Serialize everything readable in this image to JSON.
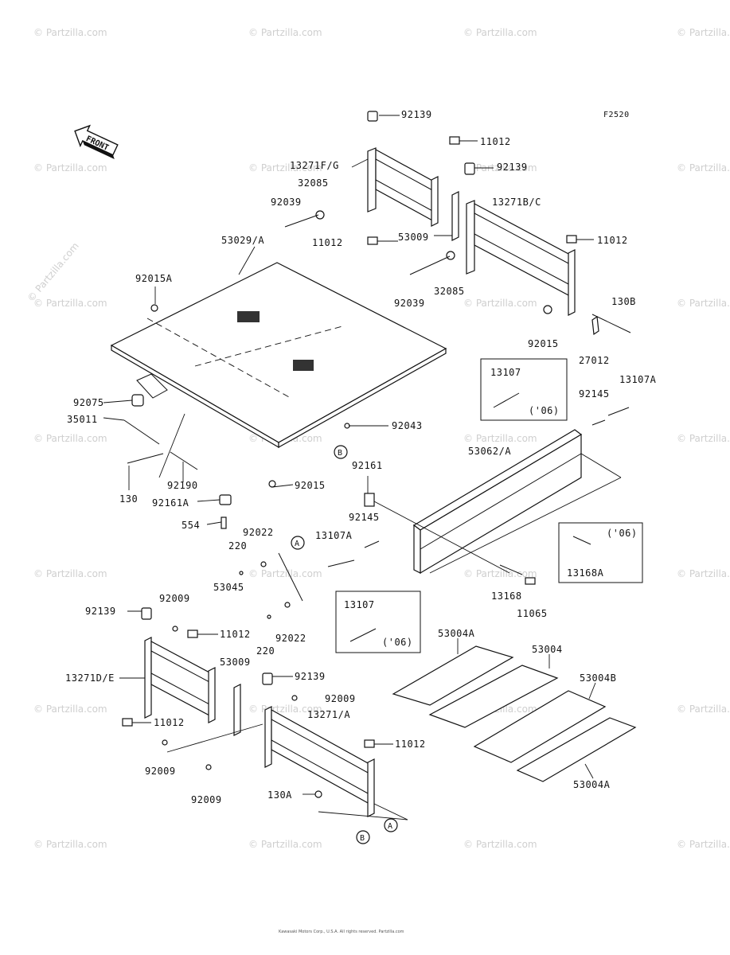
{
  "figure_code": "F2520",
  "front_arrow_label": "FRONT",
  "watermark_text": "© Partzilla.com",
  "footer_text": "Kawasaki Motors Corp., U.S.A. All rights reserved. Partzilla.com",
  "callout_A": "A",
  "callout_B": "B",
  "parts": {
    "p92139_top": "92139",
    "p11012_a": "11012",
    "p13271fg": "13271F/G",
    "p32085_a": "32085",
    "p92039_a": "92039",
    "p11012_b": "11012",
    "p53009_a": "53009",
    "p92139_b": "92139",
    "p13271bc": "13271B/C",
    "p11012_c": "11012",
    "p32085_b": "32085",
    "p92039_b": "92039",
    "p92015_a": "92015",
    "p130b": "130B",
    "p27012": "27012",
    "p53029": "53029/A",
    "p92015a": "92015A",
    "p92075": "92075",
    "p35011": "35011",
    "p130": "130",
    "p92190": "92190",
    "p92161a": "92161A",
    "p554": "554",
    "p92043": "92043",
    "p92015_b": "92015",
    "p92161": "92161",
    "p13107_box1": "13107",
    "p06_box1": "('06)",
    "p92145_a": "92145",
    "p13107a_a": "13107A",
    "p53062": "53062/A",
    "p92022_a": "92022",
    "p220_a": "220",
    "p13107a_b": "13107A",
    "p92145_b": "92145",
    "p06_box2": "('06)",
    "p13168a": "13168A",
    "p53045": "53045",
    "p13168": "13168",
    "p11065": "11065",
    "p13107_box3": "13107",
    "p06_box3": "('06)",
    "p92022_b": "92022",
    "p220_b": "220",
    "p92139_c": "92139",
    "p92009_a": "92009",
    "p11012_d": "11012",
    "p53009_b": "53009",
    "p13271de": "13271D/E",
    "p92139_d": "92139",
    "p92009_b": "92009",
    "p13271a": "13271/A",
    "p11012_e": "11012",
    "p11012_f": "11012",
    "p92009_c": "92009",
    "p92009_d": "92009",
    "p130a": "130A",
    "p53004a_a": "53004A",
    "p53004": "53004",
    "p53004b": "53004B",
    "p53004a_b": "53004A"
  }
}
